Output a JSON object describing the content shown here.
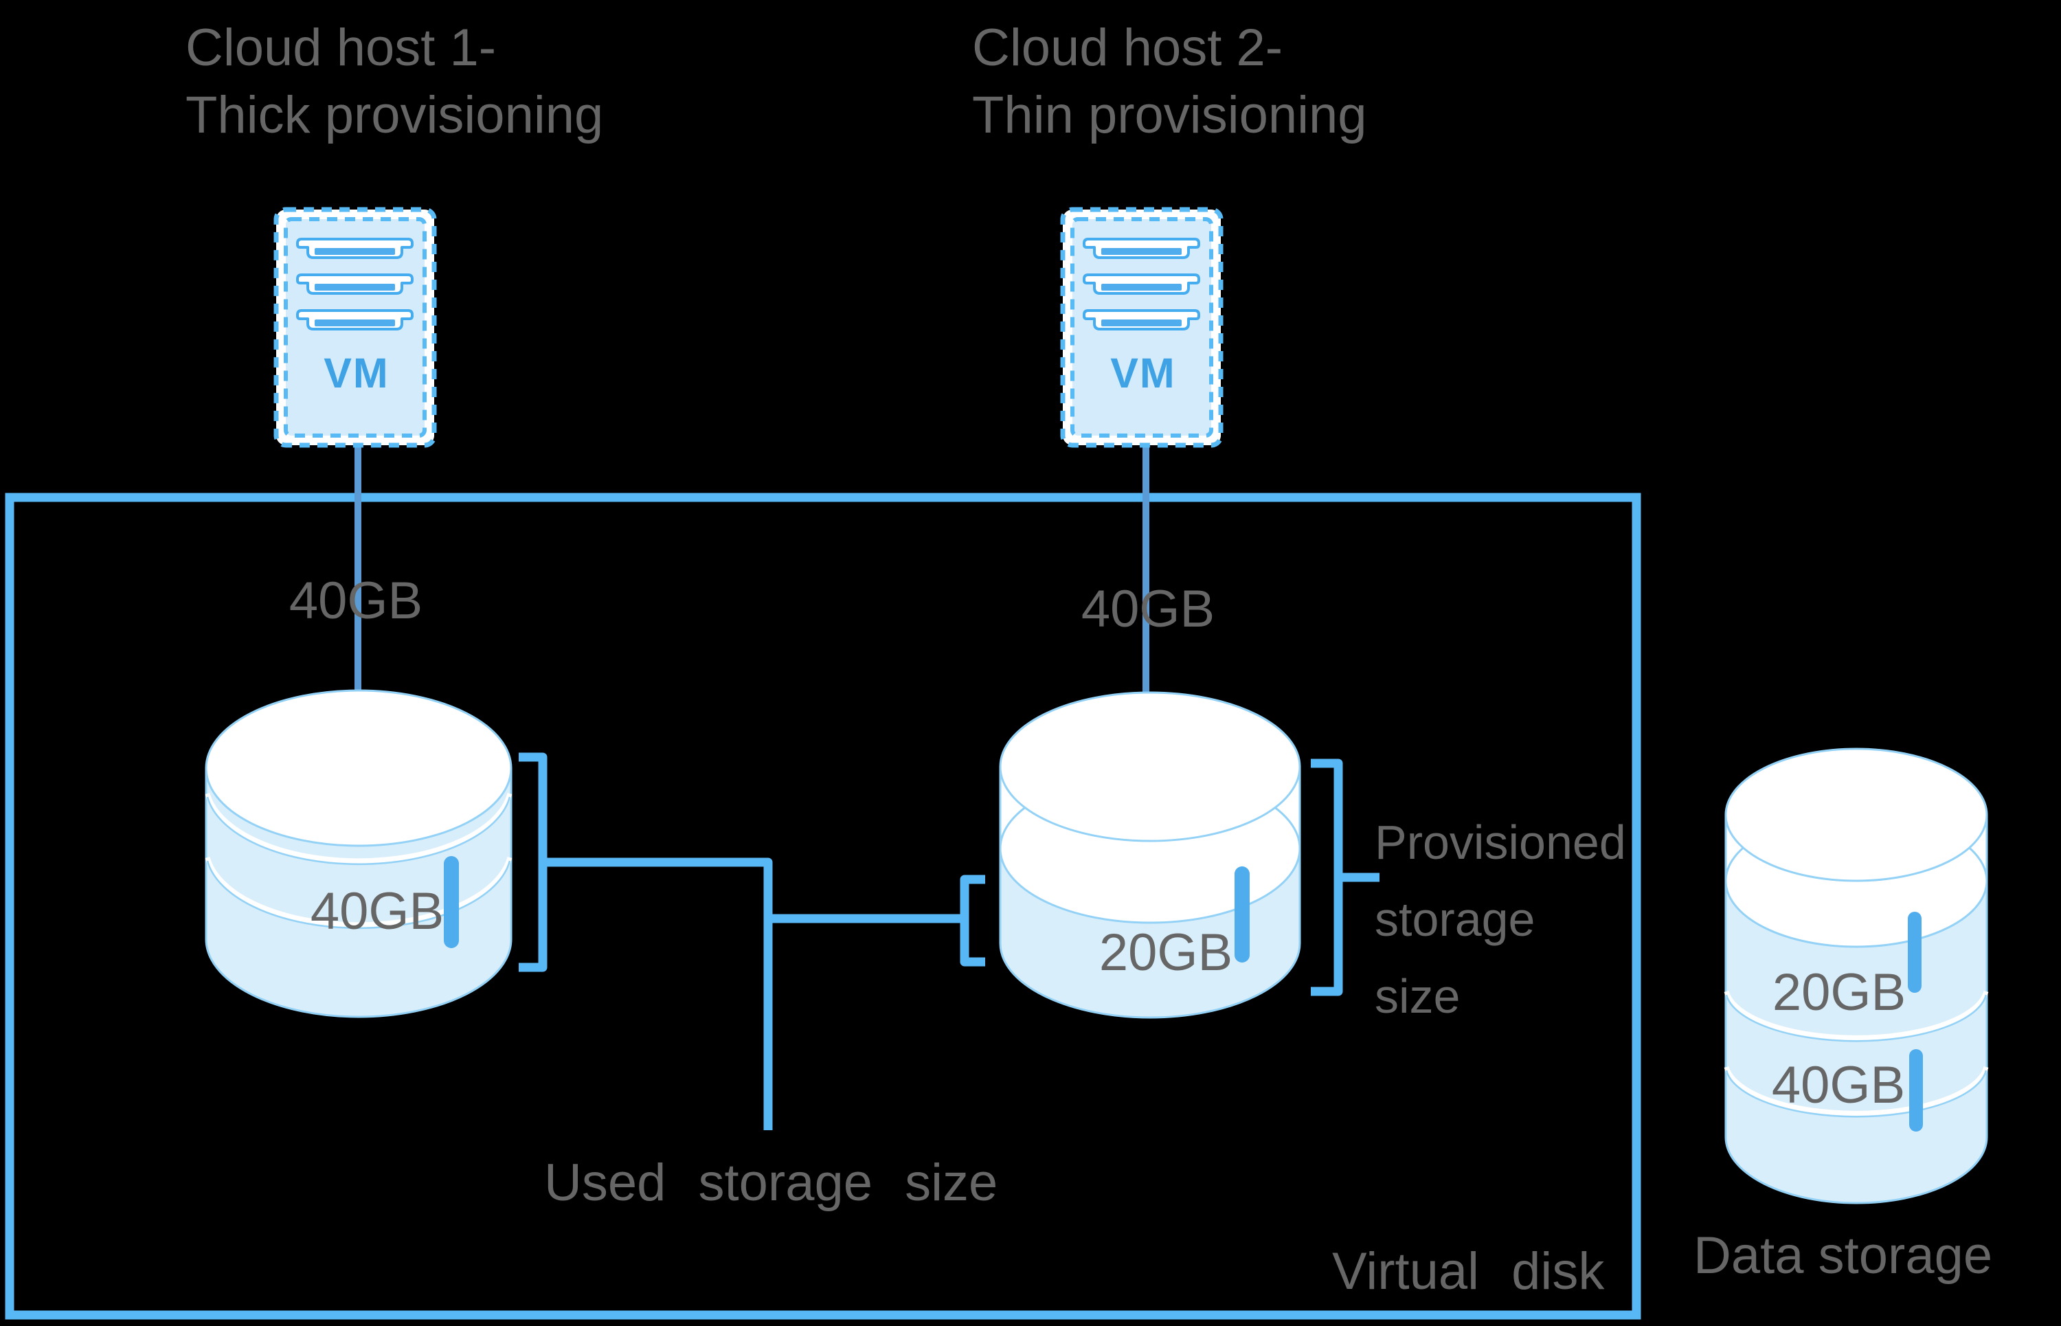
{
  "diagram": {
    "host1_label": "Cloud host 1-\nThick provisioning",
    "host2_label": "Cloud host 2-\nThin provisioning",
    "vm1_label": "VM",
    "vm2_label": "VM",
    "vm1_link_size": "40GB",
    "vm2_link_size": "40GB",
    "thick_disk_used_size": "40GB",
    "thin_disk_used_size": "20GB",
    "used_storage_label": "Used storage size",
    "provisioned_storage_label": "Provisioned\nstorage\nsize",
    "virtual_disk_label": "Virtual disk",
    "data_storage_label": "Data storage",
    "datastore_thin_size": "20GB",
    "datastore_thick_size": "40GB"
  },
  "icons": {
    "vm_icon": "server-trays-icon",
    "disk_icon": "cylinder-disk-icon",
    "gauge_icon": "capacity-bar-icon"
  },
  "colors": {
    "background": "#000000",
    "accent_sky": "#58b7f5",
    "connector_blue": "#5b9bd5",
    "cylinder_fill": "#d9eefb",
    "cylinder_outline": "#93d2f6",
    "bar_blue": "#4fadee",
    "vm_fill": "#d4ebfb",
    "vm_dash": "#58baf5",
    "text_gray": "#666666",
    "vm_text_blue": "#3fa2e5"
  }
}
